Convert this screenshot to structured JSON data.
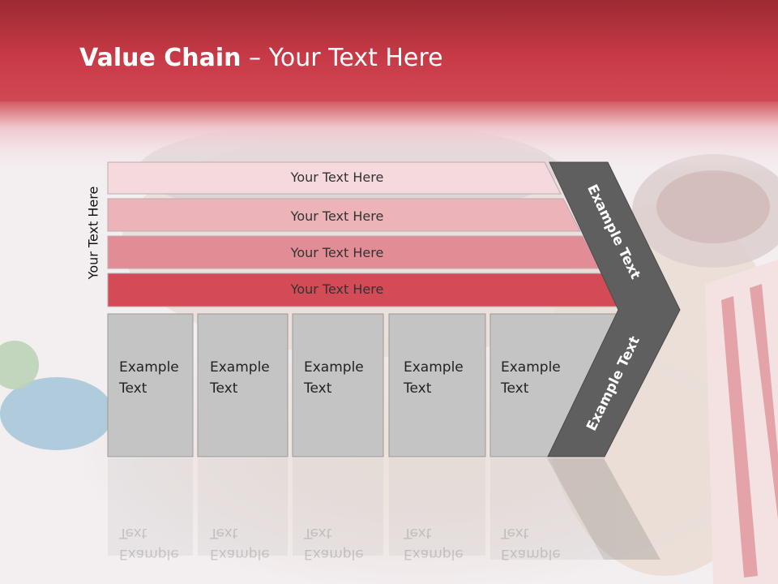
{
  "slide": {
    "title_bold": "Value Chain",
    "title_rest": " – Your Text Here",
    "side_label": "Your Text Here"
  },
  "bars": [
    {
      "label": "Your Text Here",
      "color": "#f6d9dc"
    },
    {
      "label": "Your Text Here",
      "color": "#ecb3b9"
    },
    {
      "label": "Your Text Here",
      "color": "#e28d96"
    },
    {
      "label": "Your Text Here",
      "color": "#d24b57"
    }
  ],
  "boxes": [
    {
      "line1": "Example",
      "line2": "Text"
    },
    {
      "line1": "Example",
      "line2": "Text"
    },
    {
      "line1": "Example",
      "line2": "Text"
    },
    {
      "line1": "Example",
      "line2": "Text"
    },
    {
      "line1": "Example",
      "line2": "Text"
    }
  ],
  "chevron": {
    "upper_label": "Example Text",
    "lower_label": "Example Text",
    "color": "#5f5f5f"
  },
  "colors": {
    "header_red": "#c83a47",
    "box_gray": "#c4c4c4"
  }
}
